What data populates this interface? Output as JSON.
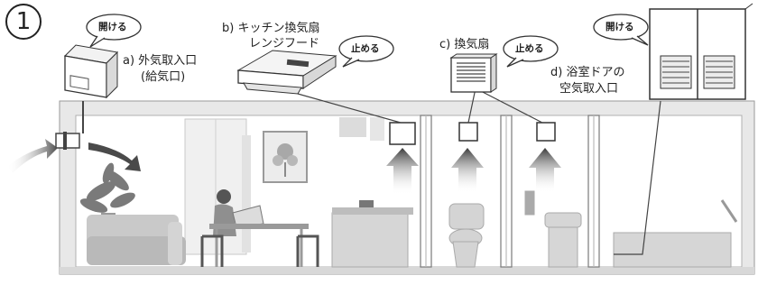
{
  "step_number": "1",
  "labels": {
    "outside_intake_line1": "a) 外気取入口",
    "outside_intake_line2": "(給気口)",
    "kitchen_fan_line1": "b) キッチン換気扇",
    "kitchen_fan_line2": "レンジフード",
    "exhaust_fan": "c) 換気扇",
    "bath_door_line1": "d) 浴室ドアの",
    "bath_door_line2": "空気取入口"
  },
  "bubbles": {
    "open_intake": "開ける",
    "stop_kitchen": "止める",
    "stop_exhaust": "止める",
    "open_bath_door": "開ける"
  },
  "colors": {
    "wall": "#e6e6e6",
    "wall_edge": "#8a8a8a",
    "furniture": "#cfcfcf",
    "arrow_dark": "#3a3a3a",
    "ink": "#222222"
  },
  "icons": [
    "air-intake-vent-icon",
    "range-hood-icon",
    "exhaust-fan-icon",
    "bathroom-door-vent-icon",
    "airflow-arrow-icon"
  ]
}
